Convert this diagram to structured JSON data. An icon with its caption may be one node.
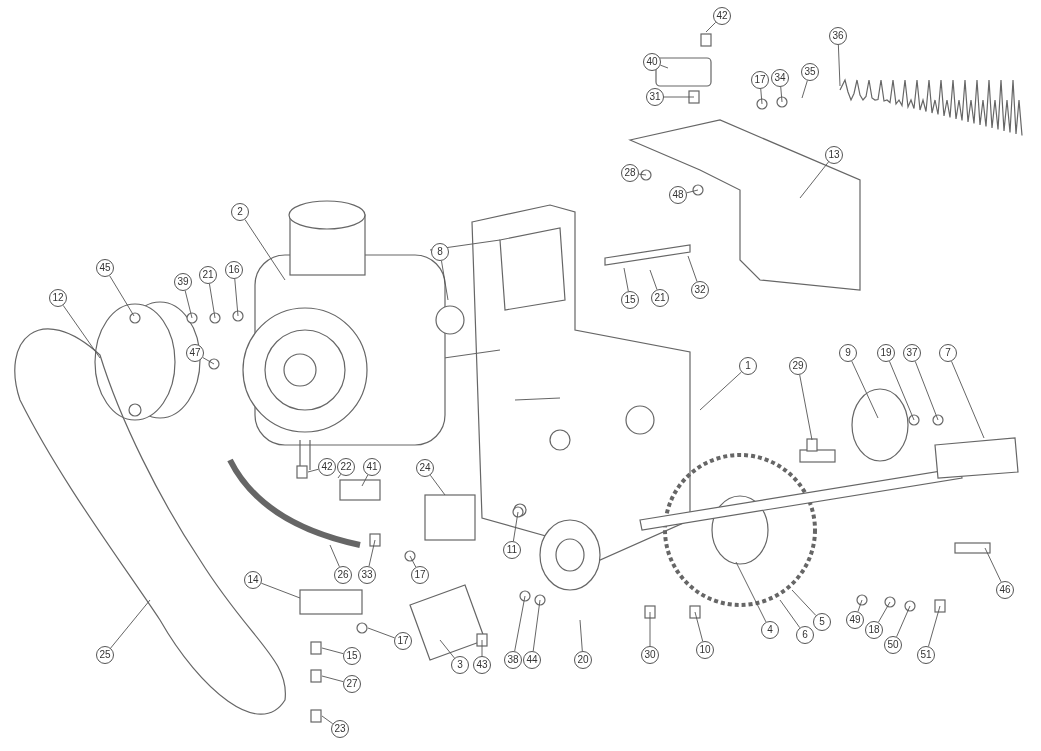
{
  "diagram": {
    "nodes": [
      {
        "text": [
          "42"
        ]
      },
      {
        "text": [
          "40"
        ]
      },
      {
        "text": [
          "31"
        ]
      },
      {
        "text": [
          "17"
        ]
      },
      {
        "text": [
          "34"
        ]
      },
      {
        "text": [
          "35"
        ]
      },
      {
        "text": [
          "36"
        ]
      },
      {
        "text": [
          "13"
        ]
      },
      {
        "text": [
          "28"
        ]
      },
      {
        "text": [
          "48"
        ]
      },
      {
        "text": [
          "2"
        ]
      },
      {
        "text": [
          "8"
        ]
      },
      {
        "text": [
          "15"
        ]
      },
      {
        "text": [
          "21"
        ]
      },
      {
        "text": [
          "32"
        ]
      },
      {
        "text": [
          "45"
        ]
      },
      {
        "text": [
          "39"
        ]
      },
      {
        "text": [
          "21"
        ]
      },
      {
        "text": [
          "16"
        ]
      },
      {
        "text": [
          "12"
        ]
      },
      {
        "text": [
          "47"
        ]
      },
      {
        "text": [
          "1"
        ]
      },
      {
        "text": [
          "29"
        ]
      },
      {
        "text": [
          "9"
        ]
      },
      {
        "text": [
          "19"
        ]
      },
      {
        "text": [
          "37"
        ]
      },
      {
        "text": [
          "7"
        ]
      },
      {
        "text": [
          "42"
        ]
      },
      {
        "text": [
          "22"
        ]
      },
      {
        "text": [
          "41"
        ]
      },
      {
        "text": [
          "24"
        ]
      },
      {
        "text": [
          "11"
        ]
      },
      {
        "text": [
          "26"
        ]
      },
      {
        "text": [
          "33"
        ]
      },
      {
        "text": [
          "17"
        ]
      },
      {
        "text": [
          "14"
        ]
      },
      {
        "text": [
          "17"
        ]
      },
      {
        "text": [
          "15"
        ]
      },
      {
        "text": [
          "25"
        ]
      },
      {
        "text": [
          "27"
        ]
      },
      {
        "text": [
          "23"
        ]
      },
      {
        "text": [
          "3"
        ]
      },
      {
        "text": [
          "43"
        ]
      },
      {
        "text": [
          "38"
        ]
      },
      {
        "text": [
          "44"
        ]
      },
      {
        "text": [
          "20"
        ]
      },
      {
        "text": [
          "30"
        ]
      },
      {
        "text": [
          "10"
        ]
      },
      {
        "text": [
          "4"
        ]
      },
      {
        "text": [
          "6"
        ]
      },
      {
        "text": [
          "5"
        ]
      },
      {
        "text": [
          "49"
        ]
      },
      {
        "text": [
          "18"
        ]
      },
      {
        "text": [
          "50"
        ]
      },
      {
        "text": [
          "51"
        ]
      },
      {
        "text": [
          "46"
        ]
      }
    ],
    "edges": [
      {
        "from": 0,
        "to": null,
        "arrow": "none"
      },
      {
        "from": 1,
        "to": null,
        "arrow": "none"
      },
      {
        "from": 2,
        "to": null,
        "arrow": "none"
      },
      {
        "from": 3,
        "to": null,
        "arrow": "none"
      },
      {
        "from": 4,
        "to": null,
        "arrow": "none"
      },
      {
        "from": 5,
        "to": null,
        "arrow": "none"
      },
      {
        "from": 6,
        "to": null,
        "arrow": "none"
      },
      {
        "from": 7,
        "to": null,
        "arrow": "none"
      },
      {
        "from": 8,
        "to": null,
        "arrow": "none"
      },
      {
        "from": 9,
        "to": null,
        "arrow": "none"
      },
      {
        "from": 10,
        "to": null,
        "arrow": "none"
      },
      {
        "from": 11,
        "to": null,
        "arrow": "none"
      },
      {
        "from": 12,
        "to": null,
        "arrow": "none"
      },
      {
        "from": 13,
        "to": null,
        "arrow": "none"
      },
      {
        "from": 14,
        "to": null,
        "arrow": "none"
      },
      {
        "from": 15,
        "to": null,
        "arrow": "none"
      },
      {
        "from": 16,
        "to": null,
        "arrow": "none"
      },
      {
        "from": 17,
        "to": null,
        "arrow": "none"
      },
      {
        "from": 18,
        "to": null,
        "arrow": "none"
      },
      {
        "from": 19,
        "to": null,
        "arrow": "none"
      },
      {
        "from": 20,
        "to": null,
        "arrow": "none"
      },
      {
        "from": 21,
        "to": null,
        "arrow": "none"
      },
      {
        "from": 22,
        "to": null,
        "arrow": "none"
      },
      {
        "from": 23,
        "to": null,
        "arrow": "none"
      },
      {
        "from": 24,
        "to": null,
        "arrow": "none"
      },
      {
        "from": 25,
        "to": null,
        "arrow": "none"
      },
      {
        "from": 26,
        "to": null,
        "arrow": "none"
      },
      {
        "from": 27,
        "to": null,
        "arrow": "none"
      },
      {
        "from": 28,
        "to": null,
        "arrow": "none"
      },
      {
        "from": 29,
        "to": null,
        "arrow": "none"
      },
      {
        "from": 30,
        "to": null,
        "arrow": "none"
      },
      {
        "from": 31,
        "to": null,
        "arrow": "none"
      },
      {
        "from": 32,
        "to": null,
        "arrow": "none"
      },
      {
        "from": 33,
        "to": null,
        "arrow": "none"
      },
      {
        "from": 34,
        "to": null,
        "arrow": "none"
      },
      {
        "from": 35,
        "to": null,
        "arrow": "none"
      },
      {
        "from": 36,
        "to": null,
        "arrow": "none"
      },
      {
        "from": 37,
        "to": null,
        "arrow": "none"
      },
      {
        "from": 38,
        "to": null,
        "arrow": "none"
      },
      {
        "from": 39,
        "to": null,
        "arrow": "none"
      },
      {
        "from": 40,
        "to": null,
        "arrow": "none"
      },
      {
        "from": 41,
        "to": null,
        "arrow": "none"
      },
      {
        "from": 42,
        "to": null,
        "arrow": "none"
      },
      {
        "from": 43,
        "to": null,
        "arrow": "none"
      },
      {
        "from": 44,
        "to": null,
        "arrow": "none"
      },
      {
        "from": 45,
        "to": null,
        "arrow": "none"
      },
      {
        "from": 46,
        "to": null,
        "arrow": "none"
      },
      {
        "from": 47,
        "to": null,
        "arrow": "none"
      },
      {
        "from": 48,
        "to": null,
        "arrow": "none"
      },
      {
        "from": 49,
        "to": null,
        "arrow": "none"
      },
      {
        "from": 50,
        "to": null,
        "arrow": "none"
      },
      {
        "from": 51,
        "to": null,
        "arrow": "none"
      },
      {
        "from": 52,
        "to": null,
        "arrow": "none"
      },
      {
        "from": 53,
        "to": null,
        "arrow": "none"
      },
      {
        "from": 54,
        "to": null,
        "arrow": "none"
      },
      {
        "from": 55,
        "to": null,
        "arrow": "none"
      }
    ]
  }
}
